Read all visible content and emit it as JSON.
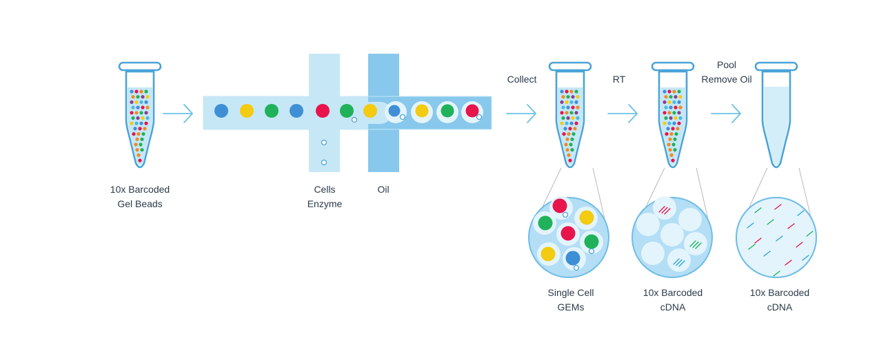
{
  "colors": {
    "tube_stroke": "#4aa3d8",
    "tube_fill": "#ffffff",
    "liquid": "#c6e7f6",
    "channel": "#c6e7f6",
    "oil_channel": "#87c8ec",
    "arrow": "#6cc0e6",
    "pool_liquid": "#d3eef9",
    "circle_fill": "#b3def5",
    "circle_border": "#6fbde6",
    "gem_fill": "#e3f4fc",
    "leader_line": "#b8b8b8",
    "label_text": "#2b3a4a",
    "bead_palette": [
      "#3f8fd6",
      "#f3cb10",
      "#1fb25a",
      "#e8144c",
      "#4bb8e8",
      "#8a3f96",
      "#f08a24"
    ]
  },
  "labels": {
    "gel_beads": [
      "10x Barcoded",
      "Gel Beads"
    ],
    "cells_enzyme": [
      "Cells",
      "Enzyme"
    ],
    "oil": "Oil",
    "collect": "Collect",
    "rt": "RT",
    "pool_remove_oil": [
      "Pool",
      "Remove Oil"
    ],
    "single_cell_gems": [
      "Single Cell",
      "GEMs"
    ],
    "barcoded_cdna_1": [
      "10x Barcoded",
      "cDNA"
    ],
    "barcoded_cdna_2": [
      "10x Barcoded",
      "cDNA"
    ]
  },
  "channel_beads": [
    "blue",
    "yellow",
    "green",
    "blue",
    "red",
    "green",
    "yellow",
    "blue",
    "yellow",
    "green",
    "red"
  ]
}
